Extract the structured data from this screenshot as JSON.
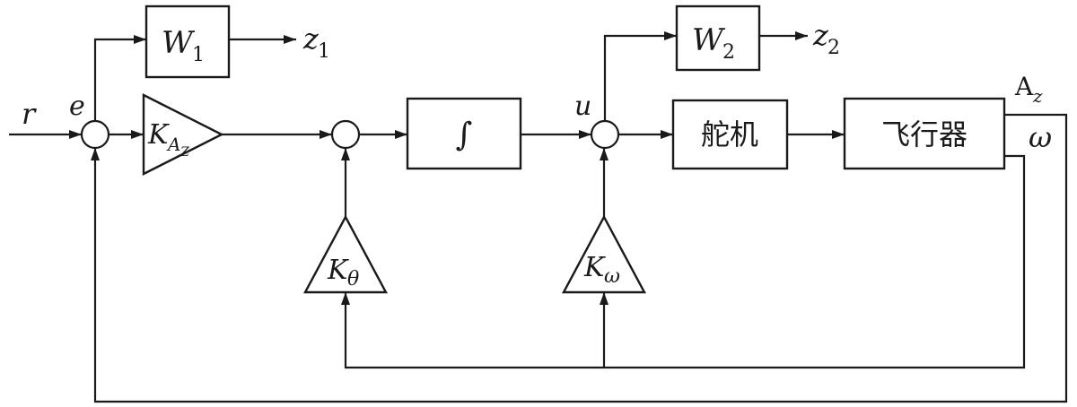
{
  "signals": {
    "input": "r",
    "error": "e",
    "control": "u",
    "output1": "z",
    "output1_sub": "1",
    "output2": "z",
    "output2_sub": "2",
    "accel": "A",
    "accel_sub": "z",
    "rate": "ω"
  },
  "blocks": {
    "w1": "W",
    "w1_sub": "1",
    "w2": "W",
    "w2_sub": "2",
    "integrator": "∫",
    "servo": "舵机",
    "aircraft": "飞行器"
  },
  "gains": {
    "k": "K",
    "k_az_sub": "A",
    "k_az_subsub": "Z",
    "k_theta_sub": "θ",
    "k_omega_sub": "ω"
  }
}
